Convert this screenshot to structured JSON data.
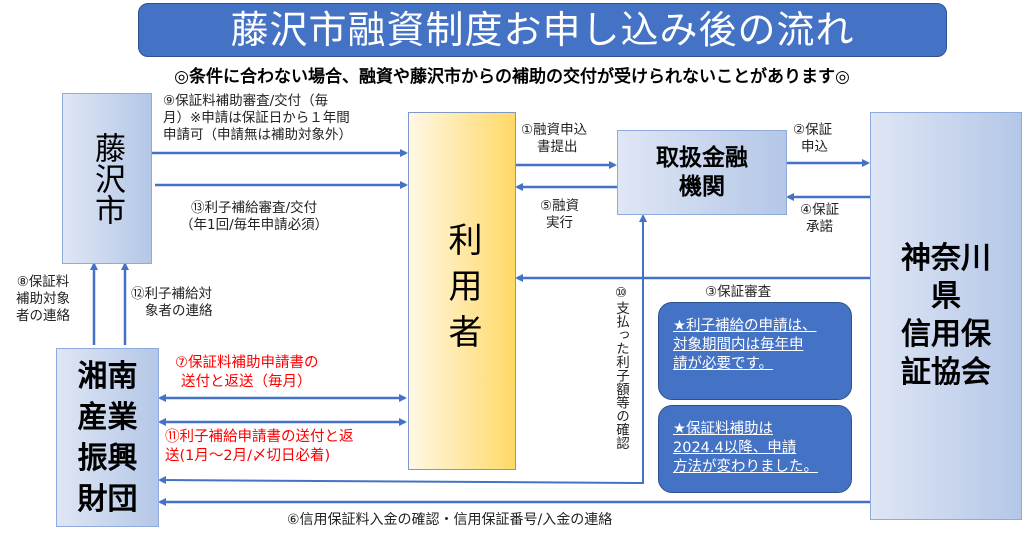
{
  "title": "藤沢市融資制度お申し込み後の流れ",
  "subtitle": "◎条件に合わない場合、融資や藤沢市からの補助の交付が受けられないことがあります◎",
  "nodes": {
    "fujisawa": "藤沢市",
    "user": "利用者",
    "bank": [
      "取扱金融",
      "機関"
    ],
    "kanagawa": [
      "神奈川",
      "県",
      "信用保",
      "証協会"
    ],
    "shonan": [
      "湘南",
      "産業",
      "振興",
      "財団"
    ]
  },
  "steps": {
    "s1": [
      "①融資申込",
      "書提出"
    ],
    "s2": [
      "②保証",
      "申込"
    ],
    "s3": "③保証審査",
    "s4": [
      "④保証",
      "承諾"
    ],
    "s5": [
      "⑤融資",
      "実行"
    ],
    "s6": "⑥信用保証料入金の確認・信用保証番号/入金の連絡",
    "s7": [
      "⑦保証料補助申請書の",
      "送付と返送（毎月）"
    ],
    "s8": [
      "⑧保証料",
      "補助対象",
      "者の連絡"
    ],
    "s9": [
      "⑨保証料補助審査/交付（毎",
      "月）※申請は保証日から１年間",
      "申請可（申請無は補助対象外）"
    ],
    "s10": "⑩支払った利子額等の確認",
    "s11": [
      "⑪利子補給申請書の送付と返",
      "送(1月～2月/〆切日必着)"
    ],
    "s12": [
      "⑫利子補給対",
      "象者の連絡"
    ],
    "s13": [
      "⑬利子補給審査/交付",
      "（年1回/毎年申請必須）"
    ]
  },
  "notes": [
    [
      "★利子補給の申請は、",
      "対象期間内は毎年申",
      "請が必要です。"
    ],
    [
      "★保証料補助は",
      "2024.4以降、申請",
      "方法が変わりました。"
    ]
  ],
  "colors": {
    "accent": "#4472c4",
    "red": "#ff0000",
    "yellow": "#ffd966"
  }
}
